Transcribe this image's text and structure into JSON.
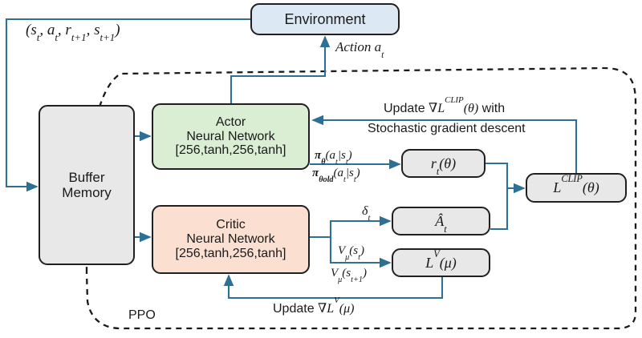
{
  "diagram": {
    "title": "PPO actor-critic architecture block diagram",
    "enclosure_label": "PPO",
    "colors": {
      "environment_fill": "#dce9f5",
      "actor_fill": "#d9eed3",
      "critic_fill": "#fbe0d2",
      "neutral_fill": "#e8e8e8",
      "arrow": "#2e6f94",
      "outline": "#231f20"
    }
  },
  "boxes": {
    "environment": {
      "line1": "Environment"
    },
    "buffer": {
      "line1": "Buffer",
      "line2": "Memory"
    },
    "actor": {
      "line1": "Actor",
      "line2": "Neural Network",
      "line3": "[256,tanh,256,tanh]"
    },
    "critic": {
      "line1": "Critic",
      "line2": "Neural Network",
      "line3": "[256,tanh,256,tanh]"
    },
    "ratio": {
      "text": "r t ( θ )"
    },
    "advantage": {
      "text": "Â t"
    },
    "value_loss": {
      "text": "L V ( μ )"
    },
    "clip_loss": {
      "text": "L CLIP ( θ )"
    }
  },
  "labels": {
    "transition_tuple": "( s t , a t , r t+1 , s t+1 )",
    "action": "Action a t",
    "update_clip_line1": "Update ∇L CLIP ( θ ) with",
    "update_clip_line2": "Stochastic gradient descent",
    "policy_ratio_numerator": "π θ ( a t | s t )",
    "policy_ratio_denominator": "π θold ( a t | s t )",
    "delta": "δ t",
    "value_st": "V μ ( s t )",
    "value_st1": "V μ ( s t+1 )",
    "update_value": "Update ∇L V ( μ )",
    "ppo": "PPO"
  }
}
